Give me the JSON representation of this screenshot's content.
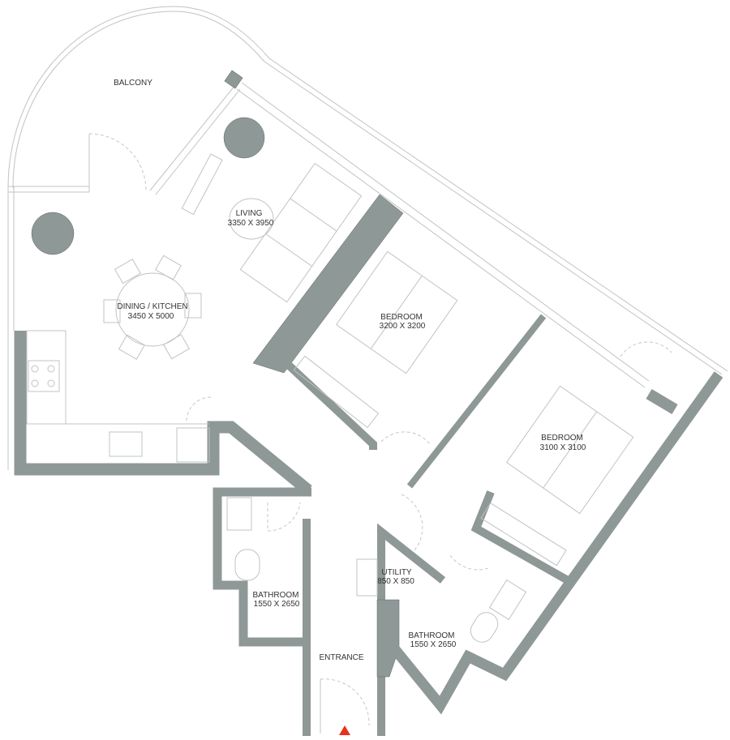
{
  "plan": {
    "wall_color": "#8e9896",
    "entrance_marker_color": "#e8311f",
    "rooms": {
      "balcony": {
        "name": "BALCONY"
      },
      "living": {
        "name": "LIVING",
        "size": "3350 X  3950"
      },
      "dining": {
        "name": "DINING / KITCHEN",
        "size": "3450 X 5000"
      },
      "bedroom1": {
        "name": "BEDROOM",
        "size": "3200 X 3200"
      },
      "bedroom2": {
        "name": "BEDROOM",
        "size": "3100 X 3100"
      },
      "utility": {
        "name": "UTILITY",
        "size": "850 X 850"
      },
      "bathroom1": {
        "name": "BATHROOM",
        "size": "1550 X 2650"
      },
      "bathroom2": {
        "name": "BATHROOM",
        "size": "1550 X 2650"
      },
      "entrance": {
        "name": "ENTRANCE"
      }
    }
  }
}
